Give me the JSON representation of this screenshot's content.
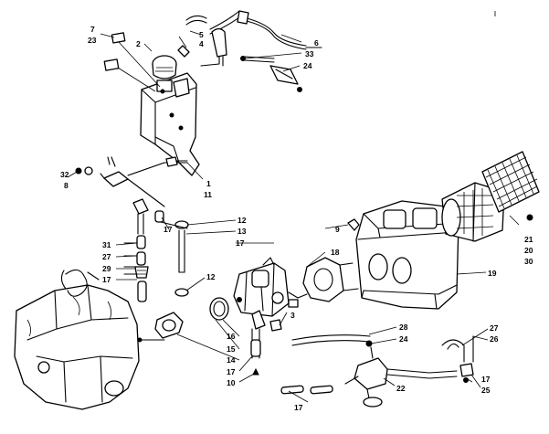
{
  "callouts": {
    "c7": "7",
    "c23": "23",
    "c2": "2",
    "c5": "5",
    "c4": "4",
    "c6": "6",
    "c33": "33",
    "c24a": "24",
    "c32": "32",
    "c8": "8",
    "c1": "1",
    "c11": "11",
    "c12a": "12",
    "c13": "13",
    "c17a": "17",
    "c17b": "17",
    "c31": "31",
    "c27a": "27",
    "c29": "29",
    "c17c": "17",
    "c9": "9",
    "c18": "18",
    "c21": "21",
    "c20": "20",
    "c30": "30",
    "c19": "19",
    "c12b": "12",
    "c3": "3",
    "c16": "16",
    "c15": "15",
    "c14": "14",
    "c17d": "17",
    "c10": "10",
    "c28": "28",
    "c24b": "24",
    "c27b": "27",
    "c26": "26",
    "c17e": "17",
    "c25": "25",
    "c22": "22",
    "c17f": "17"
  },
  "icons": [
    "oil-tank-icon",
    "carburetor-icon",
    "engine-icon",
    "air-silencer-icon",
    "fuel-pump-icon",
    "screen-filter-icon"
  ]
}
